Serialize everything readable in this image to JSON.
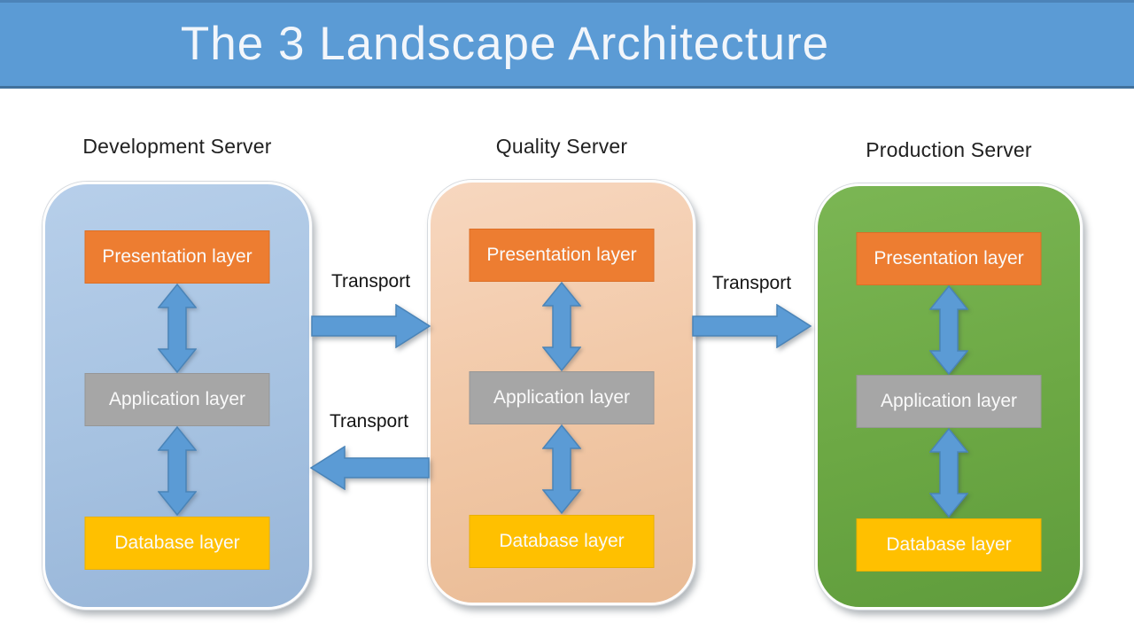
{
  "header": {
    "title": "The 3 Landscape Architecture"
  },
  "servers": [
    {
      "title": "Development Server",
      "layers": [
        "Presentation layer",
        "Application layer",
        "Database layer"
      ]
    },
    {
      "title": "Quality Server",
      "layers": [
        "Presentation layer",
        "Application layer",
        "Database layer"
      ]
    },
    {
      "title": "Production Server",
      "layers": [
        "Presentation layer",
        "Application layer",
        "Database layer"
      ]
    }
  ],
  "transports": [
    {
      "label": "Transport",
      "from": "Development Server",
      "to": "Quality Server",
      "direction": "right"
    },
    {
      "label": "Transport",
      "from": "Quality Server",
      "to": "Development Server",
      "direction": "left"
    },
    {
      "label": "Transport",
      "from": "Quality Server",
      "to": "Production Server",
      "direction": "right"
    }
  ],
  "colors": {
    "header_bg": "#5B9BD5",
    "header_border": "#41719C",
    "development_fill": "#A8C3E1",
    "quality_fill": "#F2C8A8",
    "production_fill": "#6CA844",
    "presentation_layer": "#ED7D31",
    "application_layer": "#A6A6A6",
    "database_layer": "#FFC000",
    "arrow": "#5B9BD5"
  }
}
